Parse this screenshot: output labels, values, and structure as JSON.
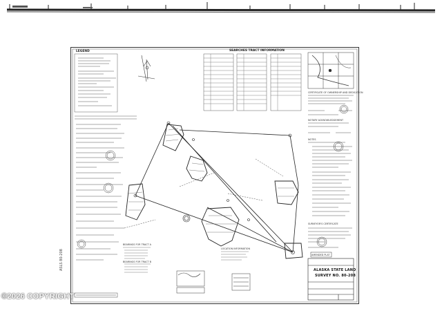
{
  "plat": {
    "title_lines": [
      "ALASKA STATE LAND",
      "SURVEY NO. 80-208"
    ],
    "amended_label": "AMENDED PLAT",
    "survey_table_title": "SEARCHES TRACT INFORMATION",
    "legend_title": "LEGEND",
    "certificate_title": "CERTIFICATE OF OWNERSHIP AND DEDICATION",
    "notary_title": "NOTARY ACKNOWLEDGEMENT",
    "notes_title": "NOTES",
    "surveyor_cert_title": "SURVEYOR'S CERTIFICATE",
    "bearing_tract_a": "BEARINGS FOR TRACT A",
    "bearing_tract_b": "BEARINGS FOR TRACT B",
    "location_title": "LOCATION INFORMATION",
    "margin_note": "ASLS 80-208"
  },
  "watermark": {
    "copyright": "©2026 COPYRIGHT"
  }
}
